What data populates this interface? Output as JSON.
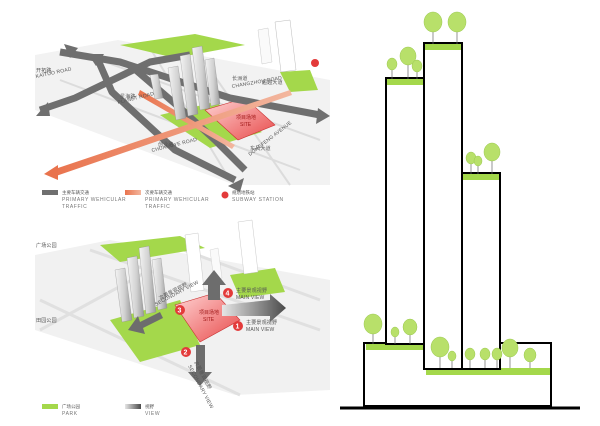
{
  "top_map": {
    "roads": [
      {
        "cn": "开拓路",
        "en": "KAITUO ROAD"
      },
      {
        "cn": "星海路",
        "en": "PLANET ROAD"
      },
      {
        "cn": "长洲道",
        "en": "CHANGZHOU ROAD"
      },
      {
        "cn": "超越大道",
        "en": "CHAOYUE ROAD"
      },
      {
        "cn": "创业路",
        "en": "CHUANGYE ROAD"
      },
      {
        "cn": "东风大道",
        "en": "DONGFENG AVENUE"
      }
    ],
    "site": {
      "cn": "项目场地",
      "en": "SITE"
    },
    "legend": [
      {
        "cn": "主要车辆交通",
        "en": "PRIMARY WEHICULAR",
        "en2": "TRAFFIC",
        "kind": "primary"
      },
      {
        "cn": "次要车辆交通",
        "en": "PRIMARY WEHICULAR",
        "en2": "TRAFFIC",
        "kind": "secondary"
      },
      {
        "cn": "规划地铁站",
        "en": "SUBWAY STATION",
        "en2": "",
        "kind": "subway"
      }
    ]
  },
  "bottom_map": {
    "labels": [
      {
        "cn": "广场公园"
      },
      {
        "cn": "田园公园"
      }
    ],
    "site": {
      "cn": "项目场地",
      "en": "SITE"
    },
    "views": [
      {
        "num": "1",
        "cn": "主要景观视野",
        "en": "MAIN VIEW"
      },
      {
        "num": "2",
        "cn": "次要景观视野",
        "en": "SECONDARY VIEW"
      },
      {
        "num": "3",
        "cn": "次要景观视野",
        "en": "SECONDARY VIEW"
      },
      {
        "num": "4",
        "cn": "主要景观视野",
        "en": "MAIN VIEW"
      }
    ],
    "legend": [
      {
        "cn": "广场公园",
        "en": "PARK",
        "kind": "park"
      },
      {
        "cn": "视野",
        "en": "VIEW",
        "kind": "view"
      }
    ]
  },
  "colors": {
    "green": "#a4d84b",
    "red": "#e33a3a",
    "road": "#6f6f6f",
    "tree": "#b8e06a"
  }
}
